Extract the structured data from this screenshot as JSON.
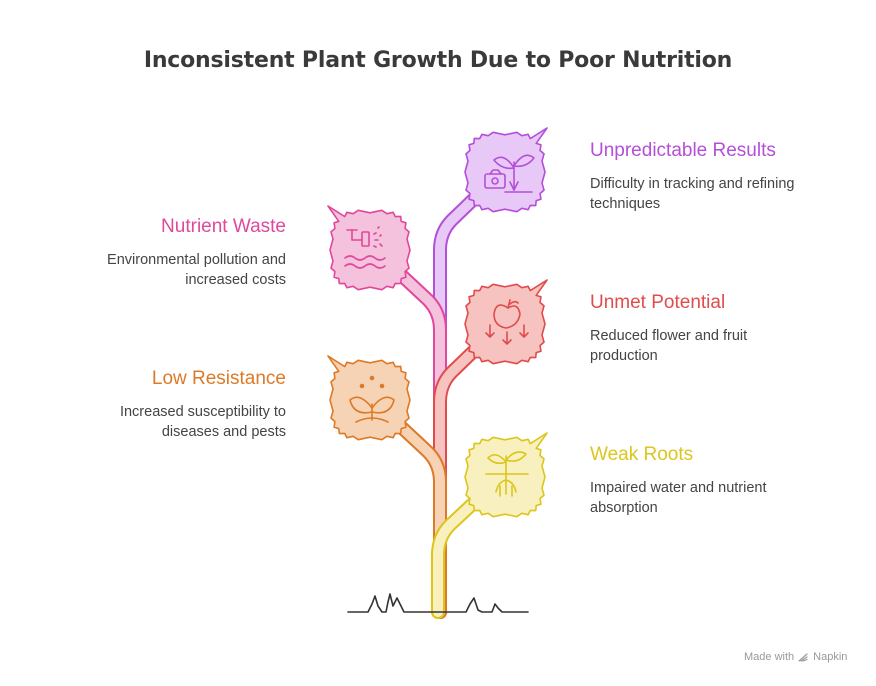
{
  "title": "Inconsistent Plant Growth Due to Poor Nutrition",
  "items": [
    {
      "key": "unpredictable",
      "label": "Unpredictable Results",
      "desc_line1": "Difficulty in tracking and refining",
      "desc_line2": "techniques",
      "color": "#b44fd8",
      "fill": "#e8c8f6"
    },
    {
      "key": "nutrient_waste",
      "label": "Nutrient Waste",
      "desc_line1": "Environmental pollution and",
      "desc_line2": "increased costs",
      "color": "#e0489c",
      "fill": "#f5c2de"
    },
    {
      "key": "unmet_potential",
      "label": "Unmet Potential",
      "desc_line1": "Reduced flower and fruit",
      "desc_line2": "production",
      "color": "#e04c4c",
      "fill": "#f7c3c0"
    },
    {
      "key": "low_resistance",
      "label": "Low Resistance",
      "desc_line1": "Increased susceptibility to",
      "desc_line2": "diseases and pests",
      "color": "#dd7a28",
      "fill": "#f6d3b4"
    },
    {
      "key": "weak_roots",
      "label": "Weak Roots",
      "desc_line1": "Impaired water and nutrient",
      "desc_line2": "absorption",
      "color": "#dcc61c",
      "fill": "#f8f1bf"
    }
  ],
  "footer": {
    "made_with": "Made with",
    "brand": "Napkin"
  }
}
